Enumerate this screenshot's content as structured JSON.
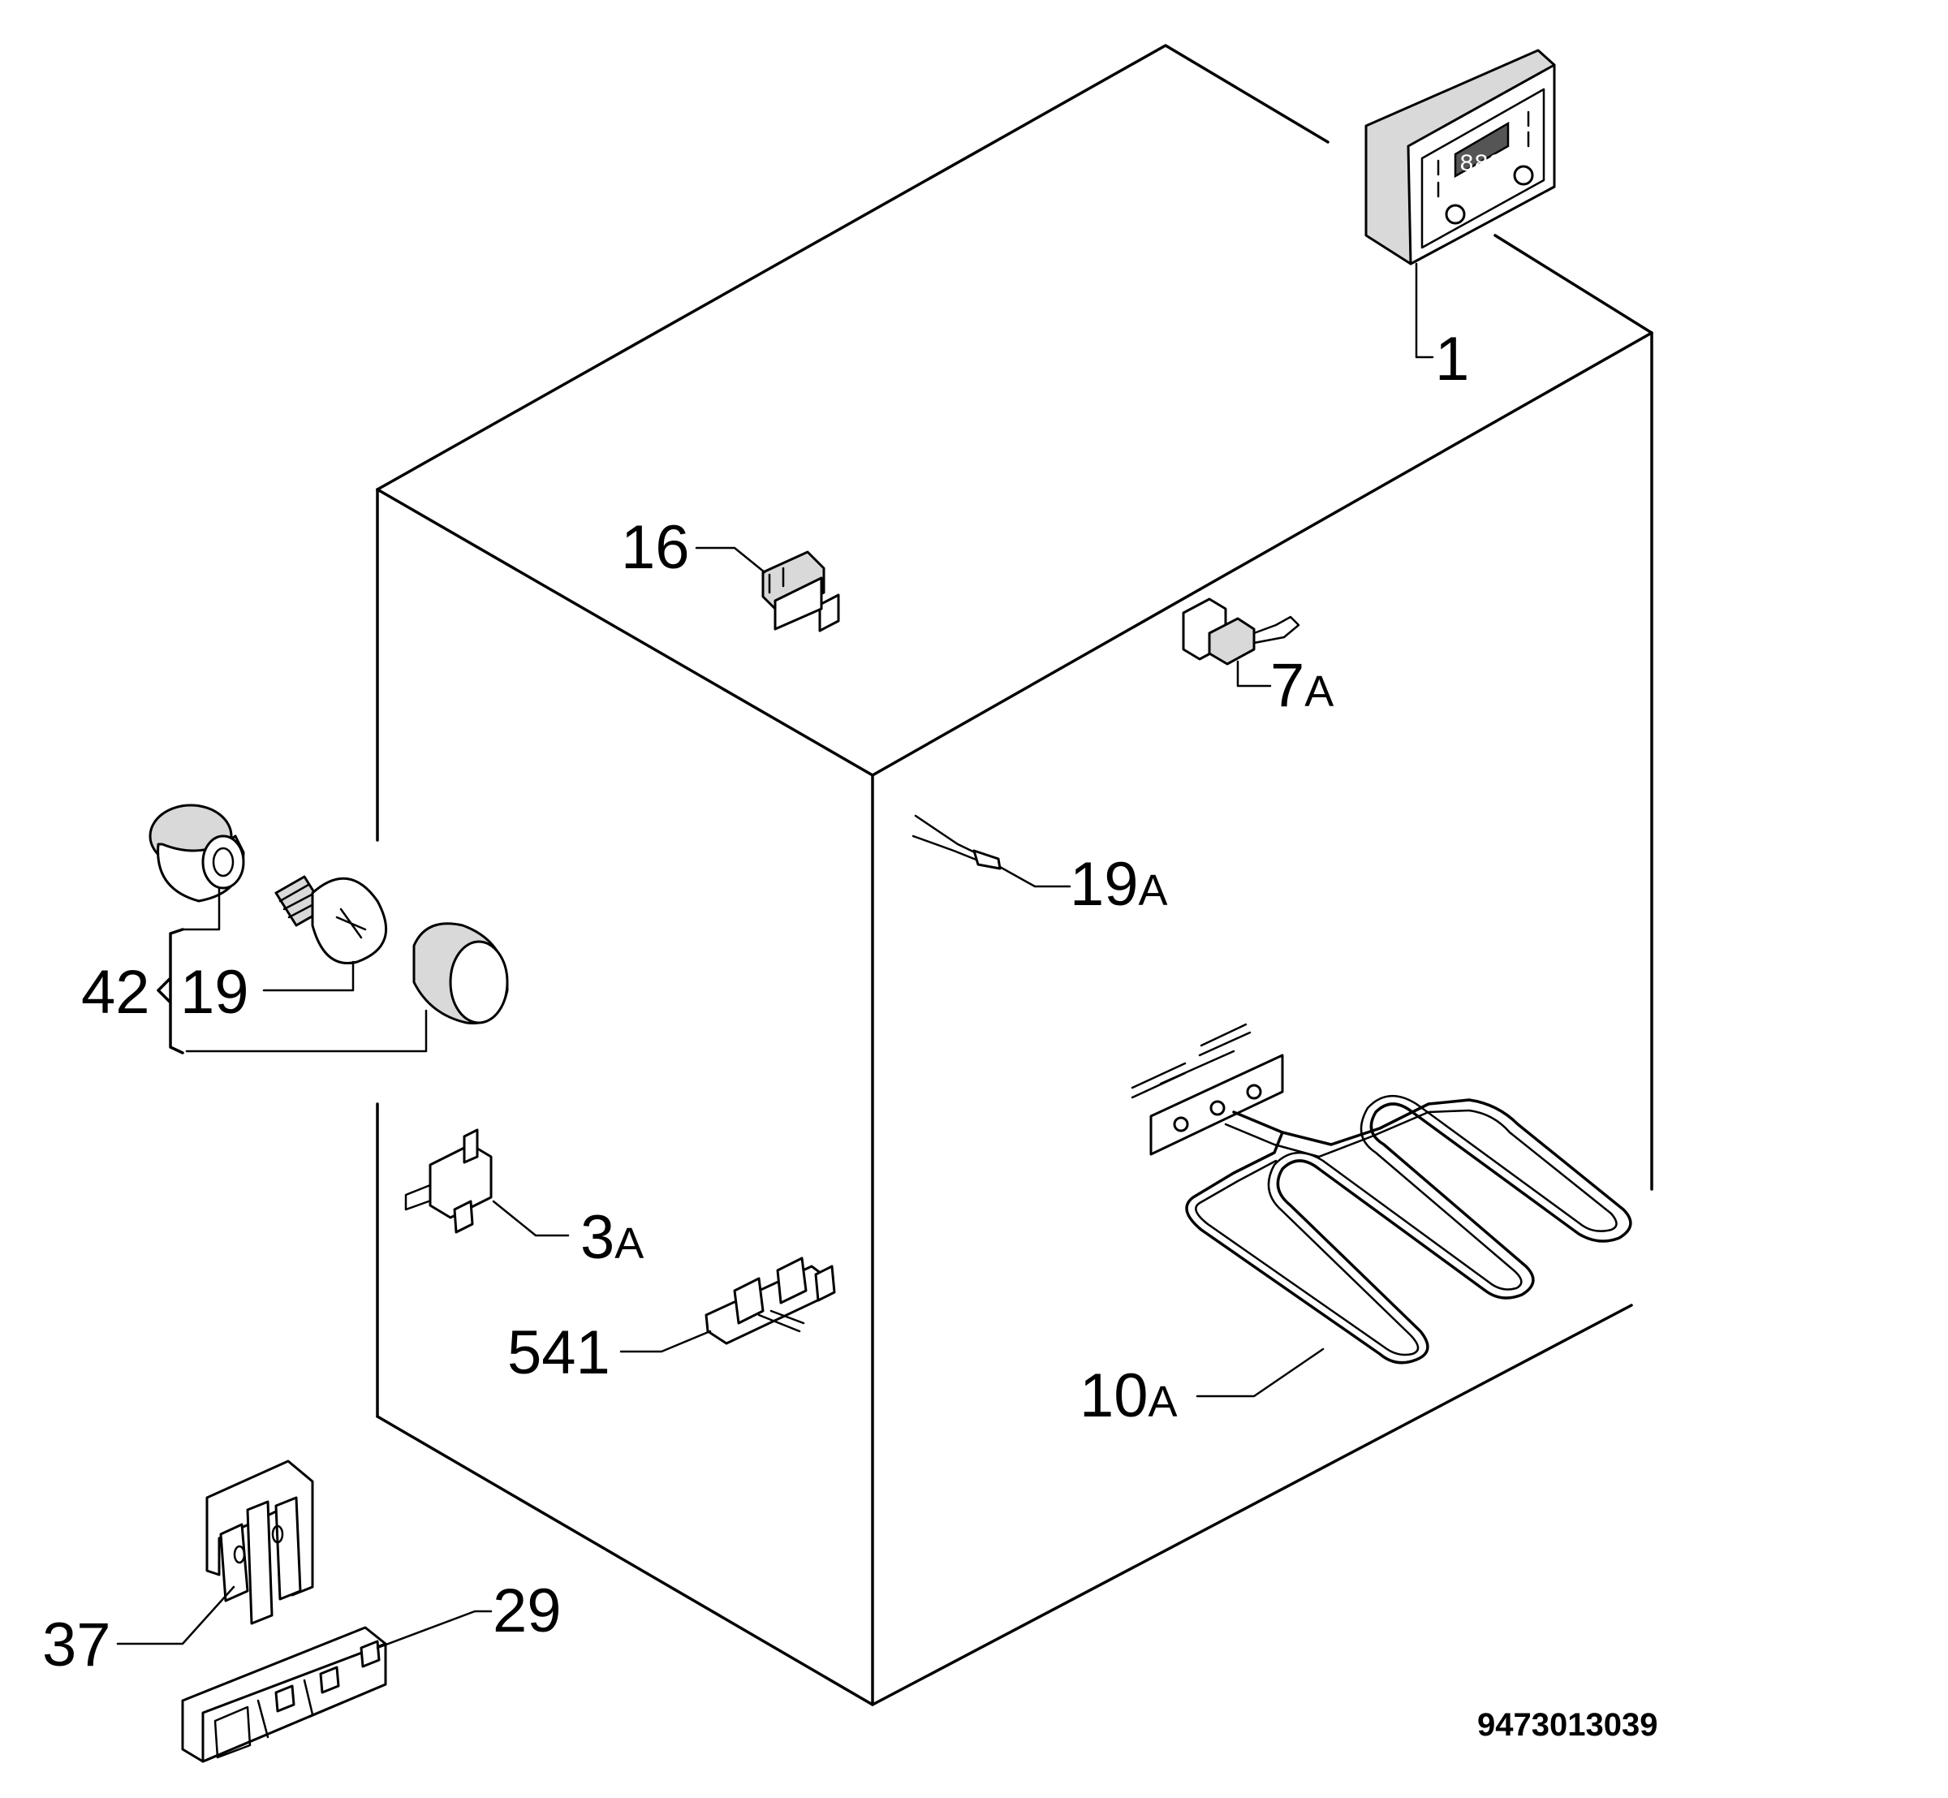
{
  "labels": {
    "p1": "1",
    "p16": "16",
    "p7a_num": "7",
    "p7a_suf": "A",
    "p19a_num": "19",
    "p19a_suf": "A",
    "p42": "42",
    "p19": "19",
    "p3a_num": "3",
    "p3a_suf": "A",
    "p541": "541",
    "p10a_num": "10",
    "p10a_suf": "A",
    "p37": "37",
    "p29": "29"
  },
  "drawing_code": "9473013039"
}
